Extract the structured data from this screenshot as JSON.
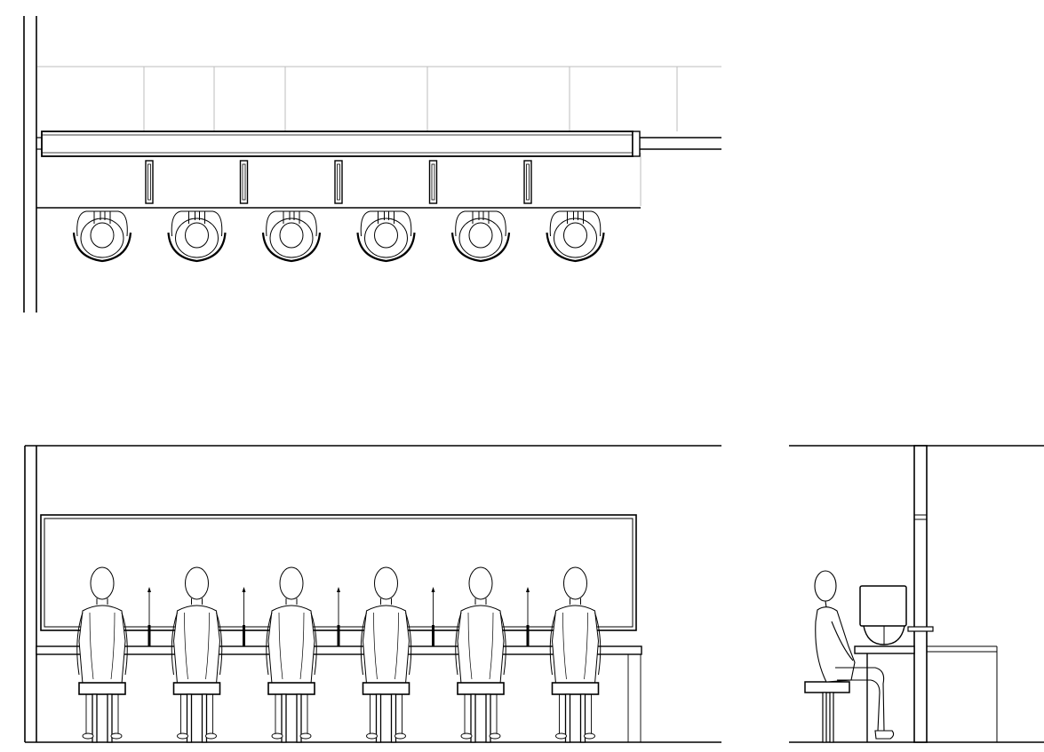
{
  "drawing": {
    "views": [
      "plan",
      "front-elevation",
      "side-section"
    ],
    "plan": {
      "seats": 6,
      "dividers": 5
    },
    "front_elevation": {
      "seated_people": 6,
      "stools": 6,
      "dividers": 5
    },
    "side_section": {
      "seated_people": 1,
      "stools": 1,
      "monitor": 1
    },
    "colors": {
      "line": "#000000",
      "light_line": "#bdbdbd",
      "monitor_screen": "#dcdcdc",
      "background": "#ffffff"
    }
  }
}
